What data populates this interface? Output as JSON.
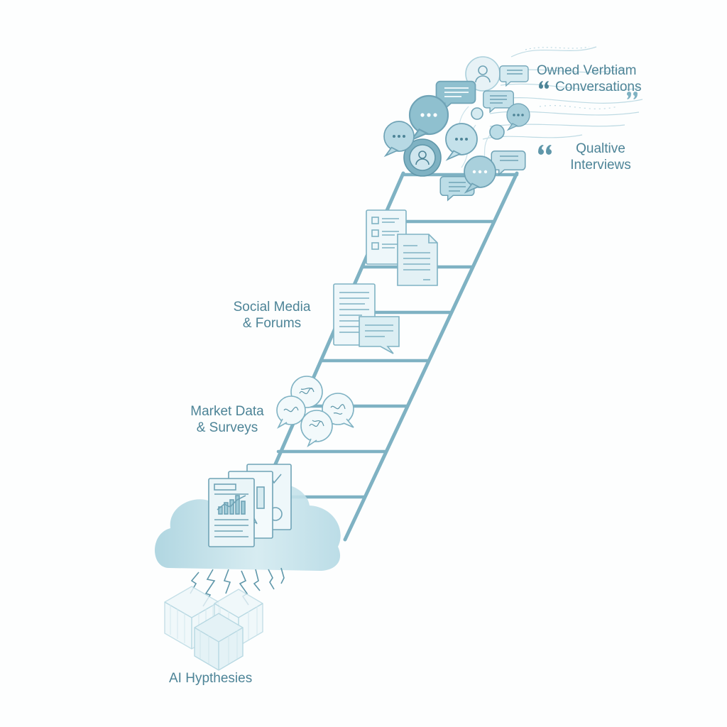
{
  "labels": {
    "owned_verbatim": {
      "line1": "Owned Verbtiam",
      "line2": "Conversations"
    },
    "qualitative_interviews": {
      "line1": "Qualtive",
      "line2": "Interviews"
    },
    "social_media": {
      "line1": "Social Media",
      "line2": "& Forums"
    },
    "market_data": {
      "line1": "Market Data",
      "line2": "& Surveys"
    },
    "ai_hypotheses": {
      "line1": "AI Hypthesies"
    }
  },
  "icons": {
    "quote_open": "quote-open-icon",
    "quote_close": "quote-close-icon",
    "chat": "chat-bubble-icon",
    "person": "person-icon",
    "document": "document-icon",
    "chart": "chart-document-icon",
    "cloud": "cloud-icon",
    "cube": "cube-icon"
  },
  "colors": {
    "label_text": "#4d8497",
    "ladder": "#7fb2c3",
    "bubble_fill": "#a9d0dc",
    "bubble_stroke": "#6fa3b6",
    "paper_fill": "#eaf5f8",
    "cloud_fill": "#b6dbe5",
    "cube_stroke": "#b7d8e2"
  }
}
